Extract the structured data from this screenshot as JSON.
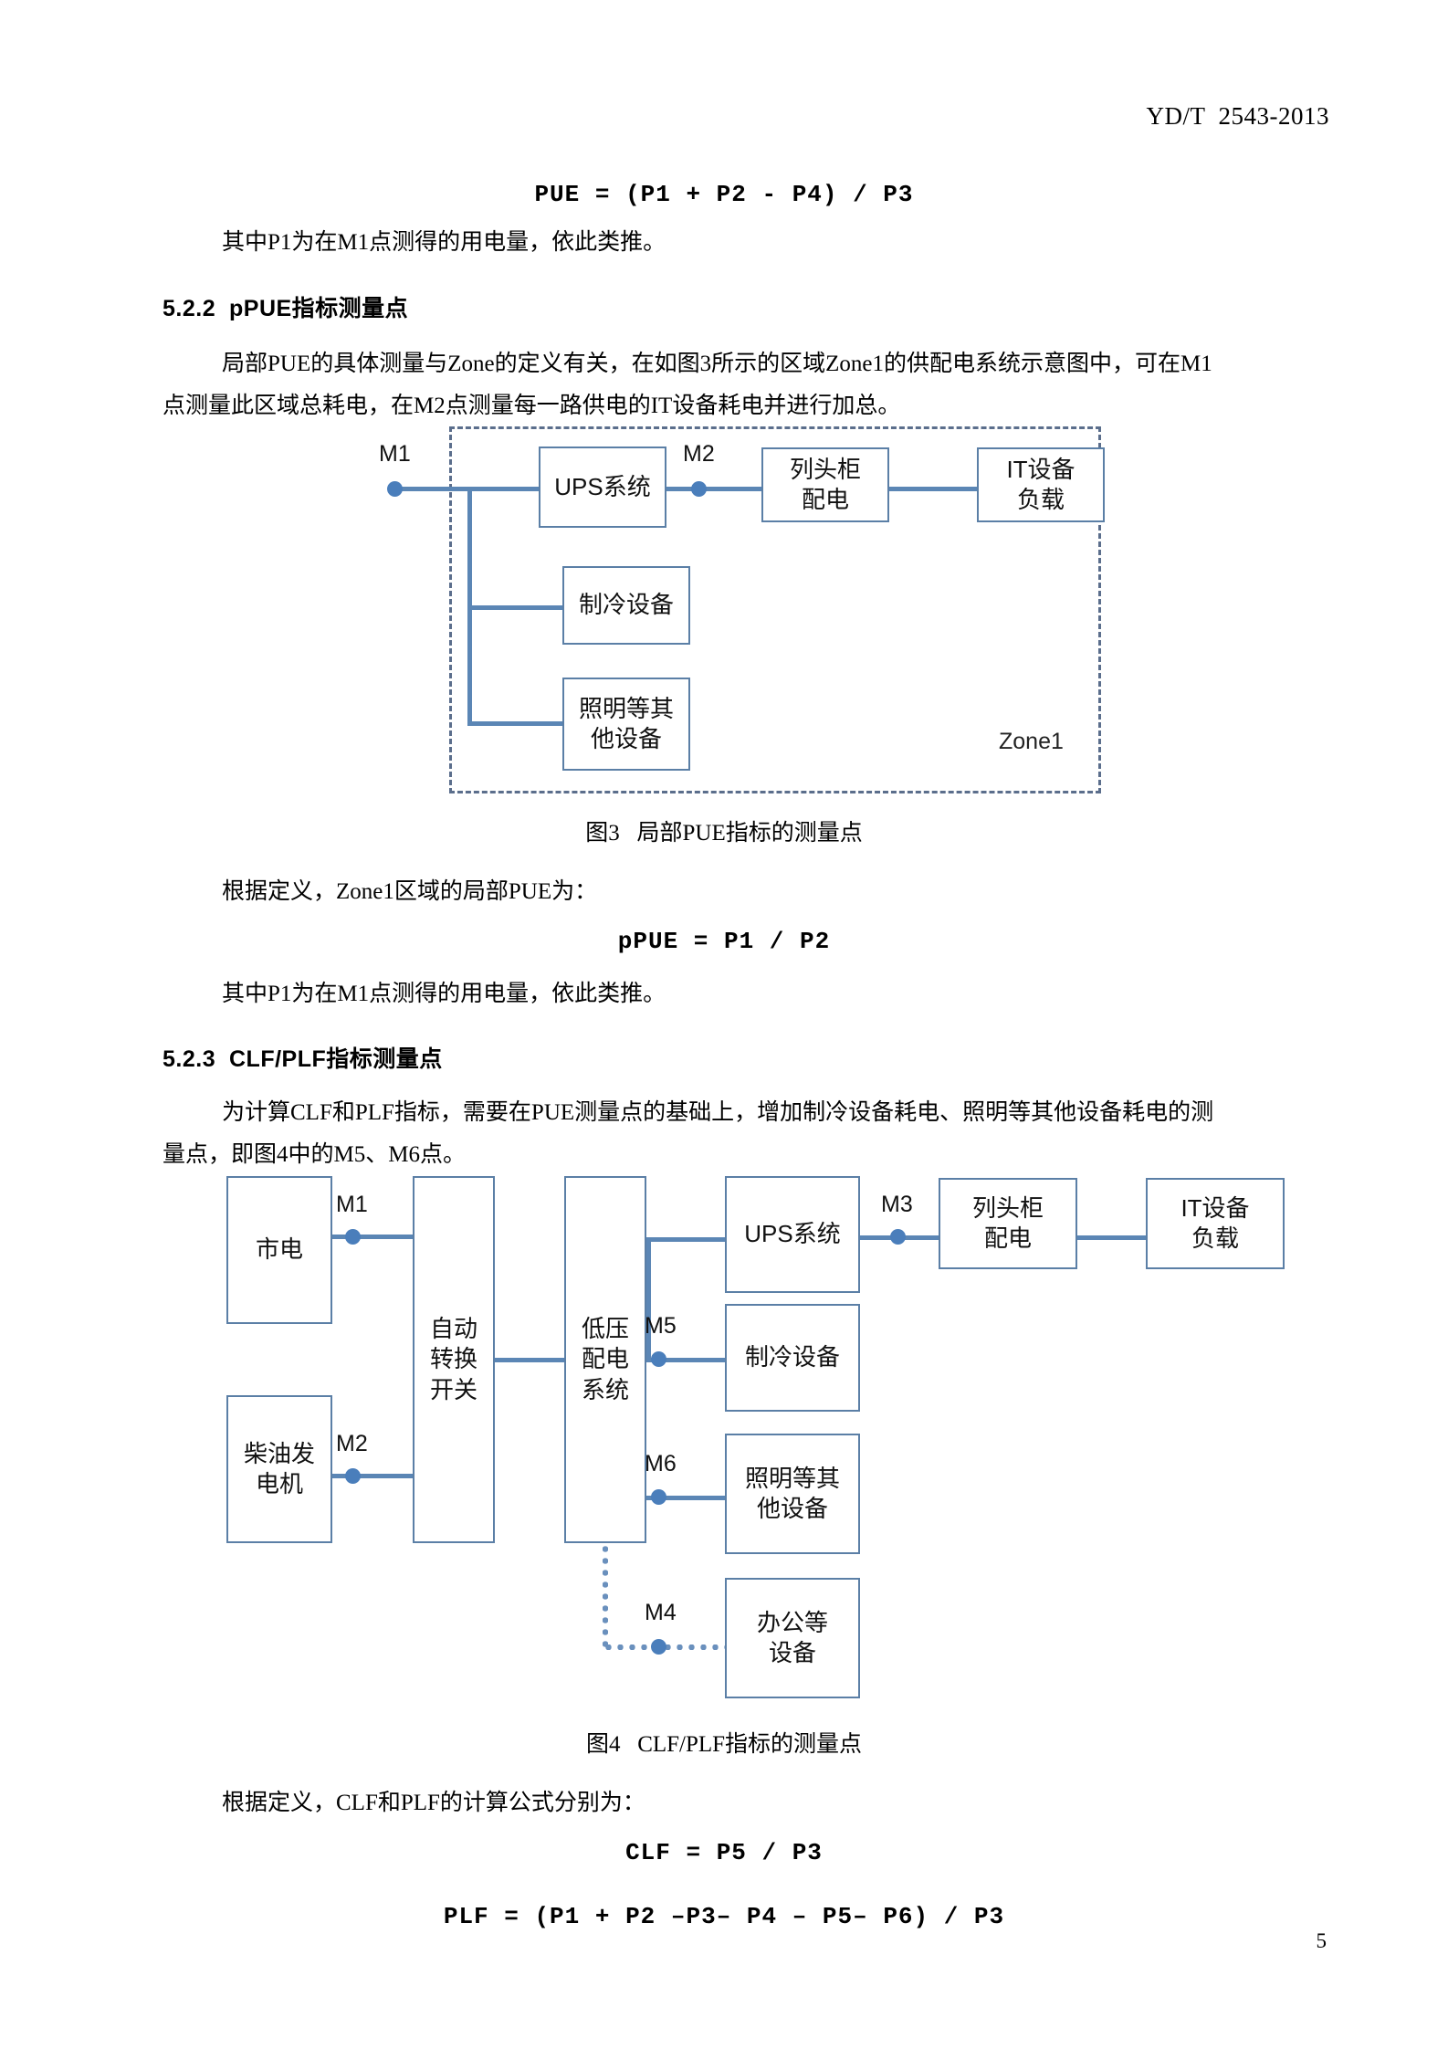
{
  "header": {
    "standard_id": "YD/T  2543-2013"
  },
  "page_number": "5",
  "formulas": {
    "pue": "PUE = (P1 + P2 - P4) / P3",
    "ppue": "pPUE = P1 / P2",
    "clf": "CLF = P5 / P3",
    "plf": "PLF = (P1 + P2 –P3– P4 – P5– P6) / P3"
  },
  "paragraphs": {
    "after_pue": "其中P1为在M1点测得的用电量，依此类推。",
    "after_ppue": "其中P1为在M1点测得的用电量，依此类推。",
    "ppue_intro_l1": "局部PUE的具体测量与Zone的定义有关，在如图3所示的区域Zone1的供配电系统示意图中，可在M1",
    "ppue_intro_l2": "点测量此区域总耗电，在M2点测量每一路供电的IT设备耗电并进行加总。",
    "after_fig3": "根据定义，Zone1区域的局部PUE为：",
    "clf_intro_l1": "为计算CLF和PLF指标，需要在PUE测量点的基础上，增加制冷设备耗电、照明等其他设备耗电的测",
    "clf_intro_l2": "量点，即图4中的M5、M6点。",
    "after_fig4": "根据定义，CLF和PLF的计算公式分别为："
  },
  "sections": {
    "s522": "5.2.2  pPUE指标测量点",
    "s523": "5.2.3  CLF/PLF指标测量点"
  },
  "figure3": {
    "caption": "图3   局部PUE指标的测量点",
    "zone_label": "Zone1",
    "meters": [
      "M1",
      "M2"
    ],
    "nodes": {
      "ups": "UPS系统",
      "pdu": "列头柜\n配电",
      "it": "IT设备\n负载",
      "cooling": "制冷设备",
      "lighting": "照明等其\n他设备"
    }
  },
  "figure4": {
    "caption": "图4   CLF/PLF指标的测量点",
    "meters": [
      "M1",
      "M2",
      "M3",
      "M4",
      "M5",
      "M6"
    ],
    "nodes": {
      "mains": "市电",
      "diesel": "柴油发\n电机",
      "ats": "自动\n转换\n开关",
      "lv": "低压\n配电\n系统",
      "ups": "UPS系统",
      "pdu": "列头柜\n配电",
      "it": "IT设备\n负载",
      "cooling": "制冷设备",
      "lighting": "照明等其\n他设备",
      "office": "办公等\n设备"
    }
  },
  "colors": {
    "wire": "#5b86b5",
    "box_border": "#5b7fa6",
    "dot": "#4a7ebb",
    "zone_border": "#5b6e8c"
  }
}
